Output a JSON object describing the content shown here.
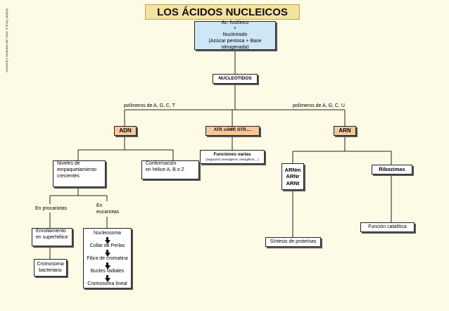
{
  "title": "LOS ÁCIDOS NUCLEICOS",
  "credit": "Beatriz Roca & Jose Luis Martínez Camarero",
  "top_box": {
    "line1": "Ac. fosfórico",
    "line2": "+",
    "line3": "Nucleósido",
    "line4": "(Azúcar pentosa + Base nitrogenada)"
  },
  "nucleotidos": "NUCLEÓTIDOS",
  "label_adn_polymers": "polímeros de A, G, C, T",
  "label_arn_polymers": "polímeros de A, G, C, U",
  "adn": "ADN",
  "atp": "ATP, cAMP, GTP,....",
  "arn": "ARN",
  "funciones": {
    "title": "Funciones varias",
    "subtitle": "(segundos mensajeros, energética,...)"
  },
  "niveles": {
    "line1": "Niveles de",
    "line2": "empaquetamiento",
    "line3": "crecientes"
  },
  "conformacion": {
    "line1": "Conformación",
    "line2": "en hélice A, B o Z"
  },
  "en_procariotas": "En procariotas",
  "en_eucariotas": {
    "line1": "En",
    "line2": "eucariotas"
  },
  "enrollamiento": {
    "line1": "Enrollamiento",
    "line2": "en superhélice"
  },
  "cromosoma_bacteriano": {
    "line1": "Cromosoma",
    "line2": "bacteriano"
  },
  "eucariotas_chain": [
    "Nucleosoma",
    "Collar de Perlas",
    "Fibra de cromatina",
    "Bucles radiales",
    "Cromosoma lineal"
  ],
  "arn_types": [
    "ARNm",
    "ARNr",
    "ARNt"
  ],
  "ribozimas": "Ribozimas",
  "sintesis": "Síntesis de proteínas",
  "funcion_catalitica": "Función catalítica"
}
